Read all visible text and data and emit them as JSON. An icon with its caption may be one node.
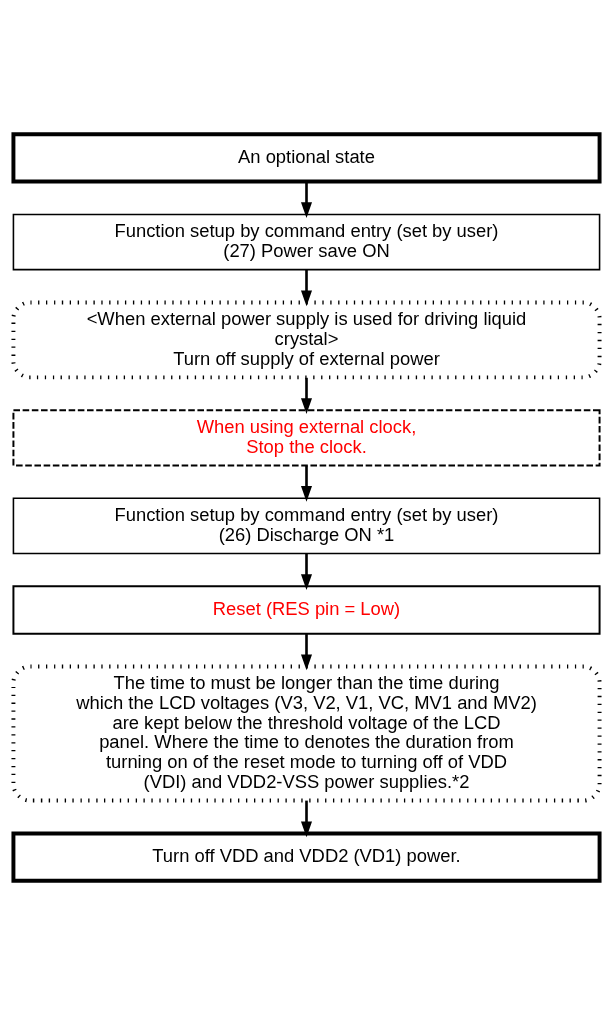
{
  "diagram": {
    "nodes": [
      {
        "text": [
          "An optional state"
        ]
      },
      {
        "text": [
          "Function setup by command entry (set by user)",
          "(27) Power save ON"
        ]
      },
      {
        "text": [
          "<When external power supply is used for driving liquid crystal>",
          "Turn off supply of external power"
        ]
      },
      {
        "text": [
          "When using external clock, Stop the clock."
        ]
      },
      {
        "text": [
          "Function setup by command entry (set by user)",
          "(26) Discharge ON *1"
        ]
      },
      {
        "text": [
          "Reset (RES pin = Low)"
        ]
      },
      {
        "text": [
          "The time to must be longer than the time during which the LCD voltages (V3, V2, V1, VC, MV1 and MV2) are kept below the threshold voltage of the LCD panel. Where the time to denotes the duration from turning on of the reset mode to turning off of VDD (VDI) and VDD2-VSS power supplies.*2"
        ]
      },
      {
        "text": [
          "Turn off VDD and VDD2 (VD1) power."
        ]
      }
    ],
    "edges": [
      {
        "from": 0,
        "to": 1,
        "arrow": "to"
      },
      {
        "from": 1,
        "to": 2,
        "arrow": "to"
      },
      {
        "from": 2,
        "to": 3,
        "arrow": "to"
      },
      {
        "from": 3,
        "to": 4,
        "arrow": "to"
      },
      {
        "from": 4,
        "to": 5,
        "arrow": "to"
      },
      {
        "from": 5,
        "to": 6,
        "arrow": "to"
      },
      {
        "from": 6,
        "to": 7,
        "arrow": "to"
      }
    ]
  }
}
